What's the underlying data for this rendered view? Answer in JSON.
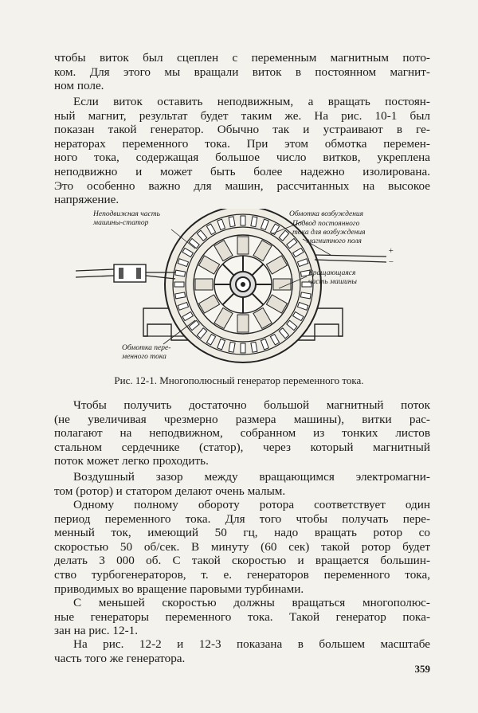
{
  "paragraphs": {
    "p1": [
      "чтобы виток был сцеплен с переменным магнитным пото-",
      "ком. Для этого мы вращали виток в постоянном магнит-",
      "ном поле."
    ],
    "p2": [
      "Если виток оставить неподвижным, а вращать постоян-",
      "ный магнит, результат будет таким же. На рис. 10-1 был",
      "показан такой генератор. Обычно так и устраивают в ге-",
      "нераторах переменного тока. При этом обмотка перемен-",
      "ного тока, содержащая большое число витков, укреплена",
      "неподвижно и может быть более надежно изолирована.",
      "Это особенно важно для машин, рассчитанных на высокое",
      "напряжение."
    ],
    "p3": [
      "Чтобы получить достаточно большой магнитный поток",
      "(не увеличивая чрезмерно размера машины), витки рас-",
      "полагают на неподвижном, собранном из тонких листов",
      "стальном сердечнике (статор), через который магнитный",
      "поток может легко проходить."
    ],
    "p4": [
      "Воздушный зазор между вращающимся электромагни-",
      "том (ротор) и статором делают очень малым."
    ],
    "p5": [
      "Одному полному обороту ротора соответствует один",
      "период переменного тока. Для того чтобы получать пере-",
      "менный ток, имеющий 50 гц, надо вращать ротор со",
      "скоростью 50 об/сек. В минуту (60 сек) такой ротор будет",
      "делать 3 000 об. С такой скоростью и вращается большин-",
      "ство турбогенераторов, т. е. генераторов переменного тока,",
      "приводимых во вращение паровыми турбинами."
    ],
    "p6": [
      "С меньшей скоростью должны вращаться многополюс-",
      "ные генераторы переменного тока. Такой генератор пока-",
      "зан на рис. 12-1."
    ],
    "p7": [
      "На рис. 12-2 и 12-3 показана в большем масштабе",
      "часть того же генератора."
    ]
  },
  "figure": {
    "label_stator": [
      "Неподвижная часть",
      "машины-статор"
    ],
    "label_field_winding": "Обмотка возбуждения",
    "label_dc_supply": [
      "Подвод постоянного",
      "тока для возбуждения",
      "магнитного поля"
    ],
    "label_rotor": [
      "Вращающаяся",
      "часть машины"
    ],
    "label_ac_winding": [
      "Обмотка пере-",
      "менного тока"
    ],
    "plus": "+",
    "minus": "−"
  },
  "caption": "Рис. 12-1. Многополюсный генератор переменного тока.",
  "page_number": "359"
}
